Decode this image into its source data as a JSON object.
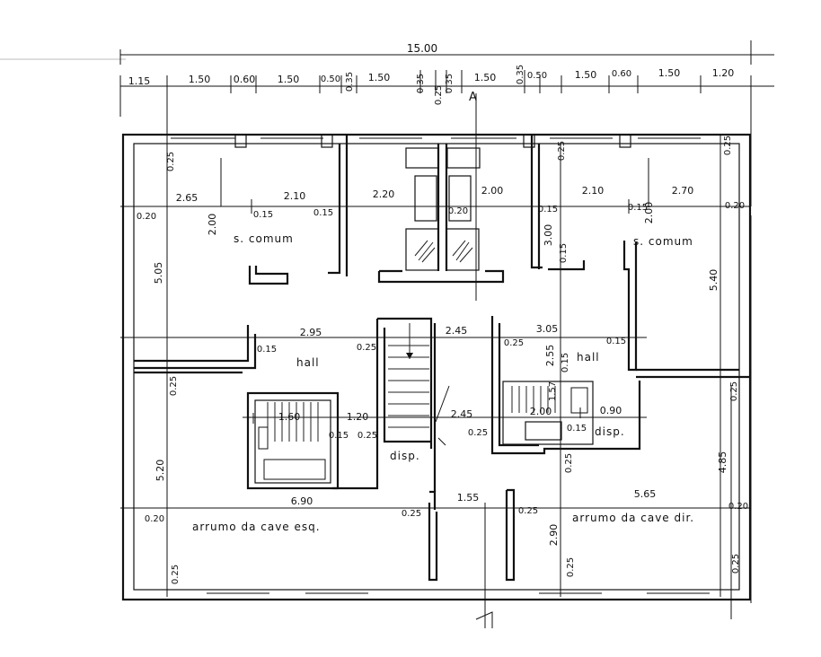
{
  "total_width": "15.00",
  "top_dims": [
    "1.15",
    "1.50",
    "0.60",
    "1.50",
    "0.50",
    "0.35",
    "1.50",
    "0.35",
    "0.25",
    "0.35",
    "1.50",
    "0.35",
    "0.50",
    "1.50",
    "0.60",
    "1.50",
    "1.20"
  ],
  "rooms": {
    "common_left": "s. comum",
    "common_right": "s. comum",
    "hall_left": "hall",
    "hall_right": "hall",
    "storage_left": "arrumo da cave esq.",
    "storage_right": "arrumo da cave dir.",
    "disp_left": "disp.",
    "disp_right": "disp."
  },
  "dims": {
    "d265": "2.65",
    "d210a": "2.10",
    "d220": "2.20",
    "d200a": "2.00",
    "d210b": "2.10",
    "d270": "2.70",
    "d020a": "0.20",
    "d015a": "0.15",
    "d015b": "0.15",
    "d020b": "0.20",
    "d015c": "0.15",
    "d015d": "0.15",
    "d020c": "0.20",
    "d025a": "0.25",
    "d025b": "0.25",
    "d025c": "0.25",
    "v200a": "2.00",
    "v505": "5.05",
    "v300": "3.00",
    "v015a": "0.15",
    "v200b": "2.00",
    "v540": "5.40",
    "d295": "2.95",
    "d025d": "0.25",
    "d245a": "2.45",
    "d305": "3.05",
    "d015e": "0.15",
    "d025e": "0.25",
    "v255": "2.55",
    "v015b": "0.15",
    "d015f": "0.15",
    "v025d": "0.25",
    "d160": "1.60",
    "d120": "1.20",
    "d015g": "0.15",
    "d025f": "0.25",
    "d245b": "2.45",
    "d025g": "0.25",
    "d200b": "2.00",
    "d090": "0.90",
    "d015h": "0.15",
    "v157": "1.57",
    "v520": "5.20",
    "d690": "6.90",
    "d155": "1.55",
    "d565": "5.65",
    "v485": "4.85",
    "v025e": "0.25",
    "d020d": "0.20",
    "d025h": "0.25",
    "d025i": "0.25",
    "d020e": "0.20",
    "v290": "2.90",
    "v025f": "0.25",
    "v025g": "0.25",
    "v025h": "0.25",
    "v025i": "0.25"
  },
  "section_mark": "A"
}
